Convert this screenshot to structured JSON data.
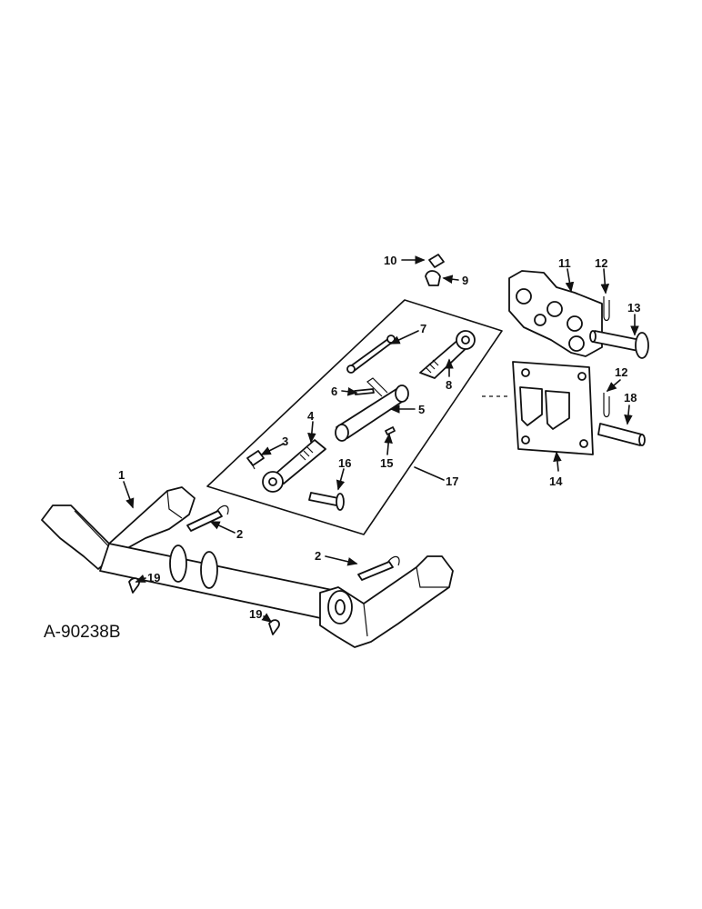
{
  "figure_id": "A-90238B",
  "callouts": {
    "c1": "1",
    "c2a": "2",
    "c2b": "2",
    "c3": "3",
    "c4": "4",
    "c5": "5",
    "c6": "6",
    "c7": "7",
    "c8": "8",
    "c9": "9",
    "c10": "10",
    "c11": "11",
    "c12a": "12",
    "c12b": "12",
    "c13": "13",
    "c14": "14",
    "c15": "15",
    "c16": "16",
    "c17": "17",
    "c18": "18",
    "c19a": "19",
    "c19b": "19"
  }
}
